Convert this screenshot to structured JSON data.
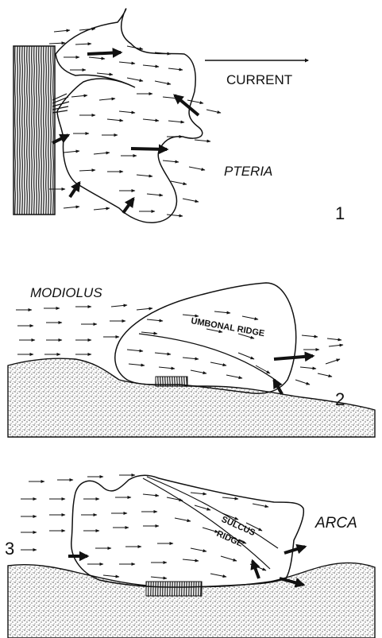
{
  "panels": [
    {
      "number": "1",
      "genus": "PTERIA",
      "annotations": [
        "CURRENT"
      ]
    },
    {
      "number": "2",
      "genus": "MODIOLUS",
      "annotations": [
        "UMBONAL RIDGE"
      ]
    },
    {
      "number": "3",
      "genus": "ARCA",
      "annotations": [
        "SULCUS",
        "RIDGE"
      ]
    }
  ],
  "colors": {
    "ink": "#111111",
    "stipple": "#555555",
    "background": "#ffffff"
  }
}
